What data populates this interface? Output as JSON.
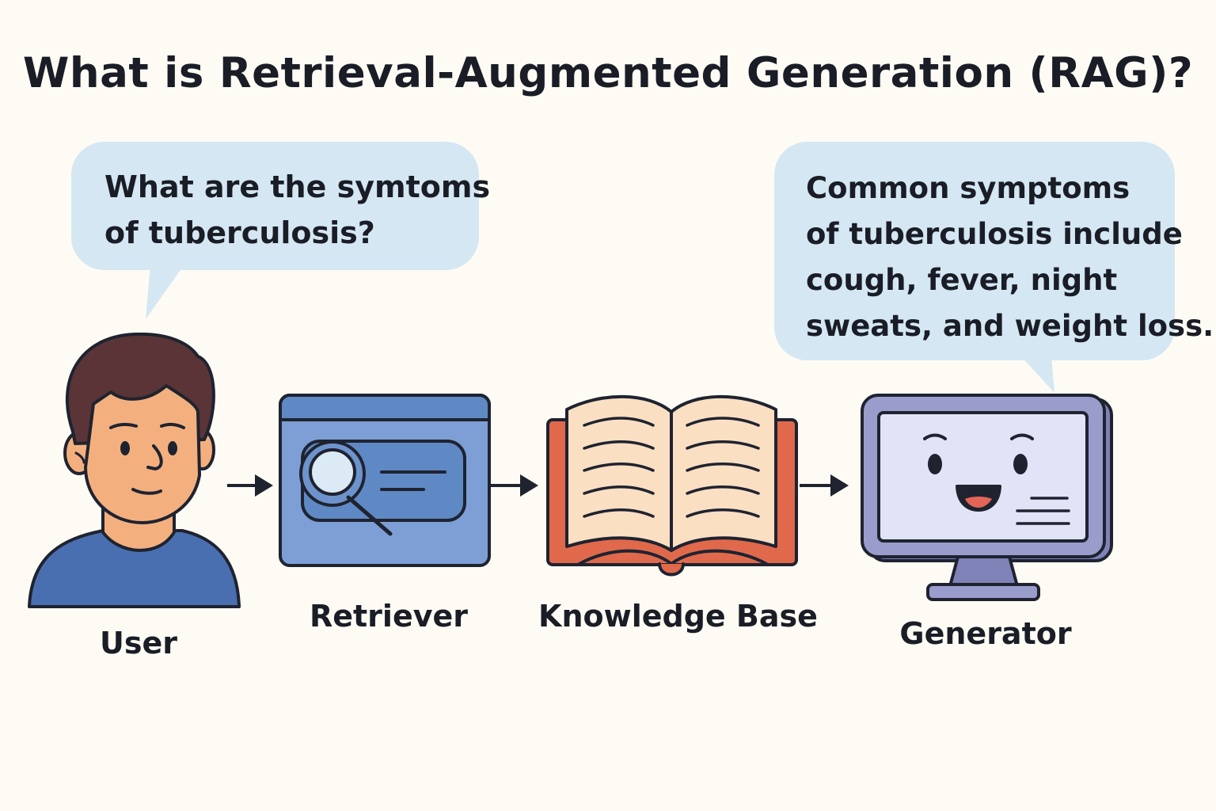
{
  "title": "What is Retrieval-Augmented Generation (RAG)?",
  "question_bubble": {
    "lines": [
      "What are the symtoms",
      "of tuberculosis?"
    ]
  },
  "answer_bubble": {
    "lines": [
      "Common symptoms",
      "of tuberculosis include",
      "cough, fever, night",
      "sweats, and weight loss."
    ]
  },
  "nodes": [
    {
      "id": "user",
      "label": "User",
      "icon": "person-icon"
    },
    {
      "id": "retriever",
      "label": "Retriever",
      "icon": "search-window-icon"
    },
    {
      "id": "knowledge_base",
      "label": "Knowledge Base",
      "icon": "open-book-icon"
    },
    {
      "id": "generator",
      "label": "Generator",
      "icon": "smiling-monitor-icon"
    }
  ],
  "edges": [
    {
      "from": "user",
      "to": "retriever"
    },
    {
      "from": "retriever",
      "to": "knowledge_base"
    },
    {
      "from": "knowledge_base",
      "to": "generator"
    }
  ],
  "colors": {
    "background": "#fdfbf4",
    "bubble": "#d4e7f3",
    "outline": "#1f2330",
    "retriever_blue": "#7d9fd5",
    "book_red": "#e0694c",
    "page_peach": "#fbdfc3",
    "monitor_purple": "#9a9dcc",
    "screen": "#e1e4f6",
    "shirt_blue": "#4a6fb0",
    "skin": "#f3b07e",
    "hair": "#5a3436"
  }
}
